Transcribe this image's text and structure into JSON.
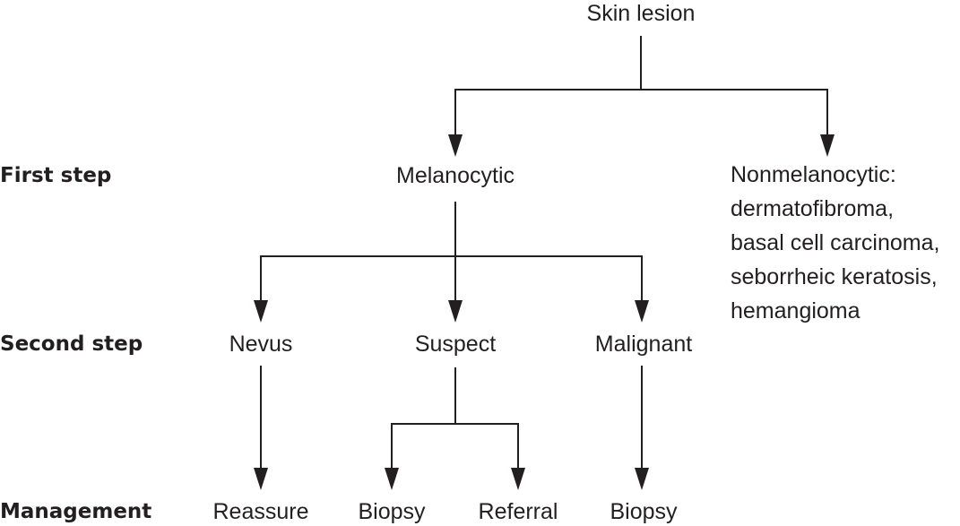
{
  "diagram": {
    "root": "Skin lesion",
    "steps": {
      "first": "First step",
      "second": "Second step",
      "management": "Management"
    },
    "first_step": {
      "melanocytic": "Melanocytic",
      "nonmelanocytic": {
        "title": "Nonmelanocytic:",
        "items": [
          "dermatofibroma,",
          "basal cell carcinoma,",
          "seborrheic keratosis,",
          "hemangioma"
        ]
      }
    },
    "second_step": {
      "nevus": "Nevus",
      "suspect": "Suspect",
      "malignant": "Malignant"
    },
    "management": {
      "nevus": "Reassure",
      "suspect_a": "Biopsy",
      "suspect_b": "Referral",
      "malignant": "Biopsy"
    },
    "colors": {
      "line": "#231f20",
      "text": "#231f20"
    }
  }
}
